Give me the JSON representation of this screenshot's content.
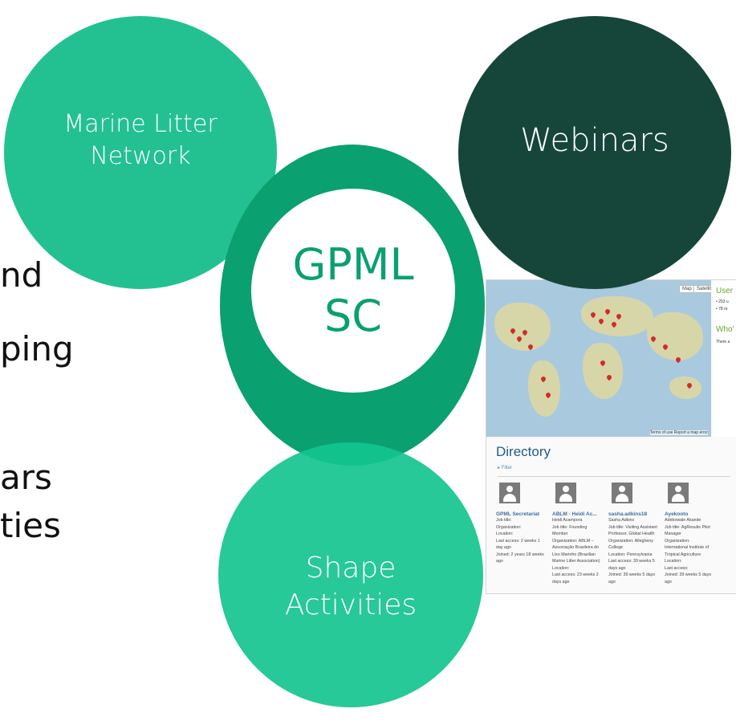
{
  "diagram": {
    "center": {
      "line1": "GPML",
      "line2": "SC"
    },
    "top_left": {
      "line1": "Marine Litter",
      "line2": "Network"
    },
    "top_right": {
      "label": "Webinars"
    },
    "bottom": {
      "line1": "Shape",
      "line2": "Activities"
    }
  },
  "background_text": [
    "nd",
    "ping",
    "ars",
    "ties"
  ],
  "screenshot": {
    "map_buttons": [
      "Map",
      "Satellite"
    ],
    "map_terms": "Terms of use  Report a map error",
    "sidebar": {
      "users_head": "User",
      "users_line1": "• 293 u",
      "users_line2": "• 78 re",
      "whos_head": "Who'",
      "whos_line": "There a"
    },
    "directory_title": "Directory",
    "filter_label": "▸ Filter",
    "people": [
      {
        "name": "GPML Secretariat",
        "lines": [
          "Job title:",
          "Organization:",
          "Location:",
          "Last access: 2 weeks 1",
          "day ago",
          "Joined: 2 years 18 weeks",
          "ago"
        ]
      },
      {
        "name": "ABLM - Heidi Ac...",
        "lines": [
          "Heidi Acampora",
          "Job title: Founding",
          "Member",
          "Organization: ABLM –",
          "Associação Brasileira do",
          "Lixo Marinho (Brazilian",
          "Marine Litter Association)",
          "Location:",
          "Last access: 23 weeks 2",
          "days ago"
        ]
      },
      {
        "name": "sasha.adkins18",
        "lines": [
          "Sasha Adkins",
          "Job title: Visiting Assistant",
          "Professor, Global Health",
          "Organization: Allegheny",
          "College",
          "Location: Pennsylvania",
          "Last access: 39 weeks 5",
          "days ago",
          "Joined: 39 weeks 5 days",
          "ago"
        ]
      },
      {
        "name": "Ayekooto",
        "lines": [
          "Adebowale Akande",
          "Job title: AgResults Pilot",
          "Manager",
          "Organization:",
          "International Institute of",
          "Tropical Agriculture",
          "Location:",
          "Last access:",
          "Joined: 39 weeks 5 days",
          "ago"
        ]
      }
    ]
  },
  "colors": {
    "network": "#17be8c",
    "webinars": "#16463a",
    "core": "#0aa070",
    "shape": "#14c48e"
  }
}
